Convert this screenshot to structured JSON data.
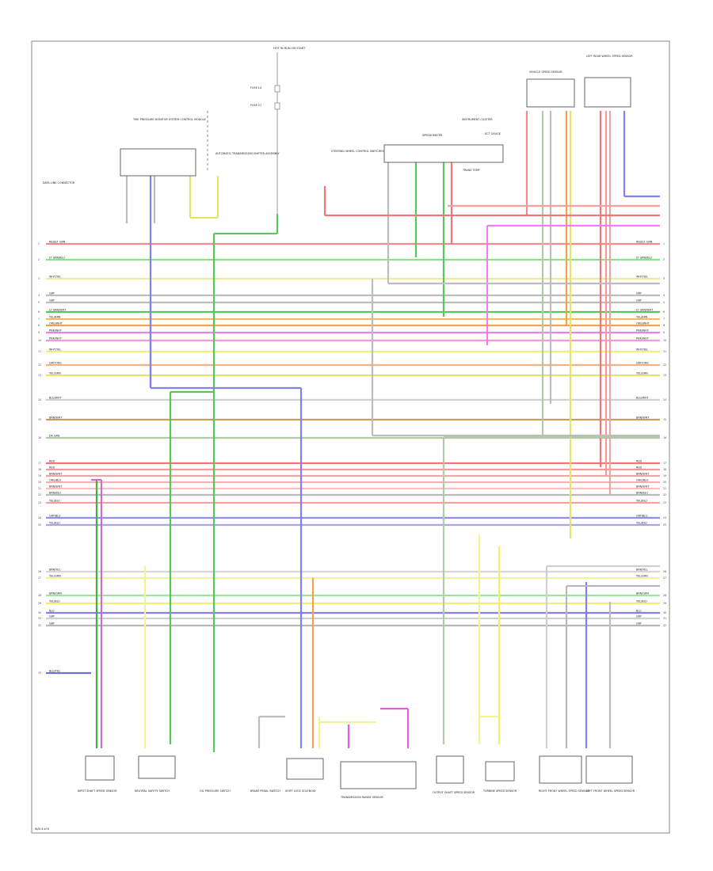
{
  "colors": {
    "RED/LT GRN": "#f48a8a",
    "LT GRN/BLU": "#8fe08a",
    "WHT/YEL": "#ecec9a",
    "GRY": "#bdbdbd",
    "LT GRN/WHT": "#57c75a",
    "YEL/BRN": "#f0c060",
    "ORG/WHT": "#f5a04a",
    "PNK/WHT": "#ef7fef",
    "PNK/WHT2": "#f49ad8",
    "WHT/YEL2": "#f0f080",
    "GRY/ORG": "#f2b380",
    "YEL/GRN": "#e4e468",
    "BLU/WHT": "#d0d0d0",
    "BRN/WHT": "#c2a060",
    "DK GRN": "#b2c9a6",
    "RED": "#ef7777",
    "RED2": "#f39a9a",
    "BRN/WHT2": "#e8a8a8",
    "ORG/BLU": "#efb3b3",
    "BRN/WHT3": "#f2c2c2",
    "BRN/BLU": "#bababa",
    "YEL/BLU": "#f6a1a1",
    "GRY/BLU": "#8f8ff0",
    "YEL/BLU2": "#a5a5f2",
    "BRN/YEL": "#d7d7d7",
    "YEL/GRN2": "#f2f29a",
    "BRN/GRN": "#9ee69e",
    "YEL/BLU3": "#f0f070",
    "BLU": "#8080f0",
    "GRY2": "#cfcfcf",
    "GRY3": "#b8b8b8",
    "BLU/YEL": "#7070e0",
    "VIO": "#c870c8",
    "GRN": "#40b040",
    "MAG": "#e060e0"
  },
  "top_harness": {
    "ignition_label": "HOT IN RUN OR START",
    "fuse_a": "FUSE 14",
    "fuse_b": "FUSE 21"
  },
  "modules": {
    "tpms_control": "TIRE PRESSURE MONITOR SYSTEM CONTROL MODULE",
    "shifter_assembly": "AUTOMATIC TRANSMISSION SHIFTER ASSEMBLY",
    "steering_wheel": "STEERING WHEEL CONTROL SWITCHES",
    "instrument_cluster": "INSTRUMENT CLUSTER",
    "speedometer": "SPEEDOMETER",
    "ect_gauge": "ECT GAUGE",
    "trans_temp": "TRANS TEMP",
    "vehicle_speed": "VEHICLE SPEED SENSOR",
    "left_rear_sensor": "LEFT REAR WHEEL SPEED SENSOR",
    "data_link": "DATA LINK CONNECTOR"
  },
  "bottom_components": {
    "input_speed": "INPUT SHAFT SPEED SENSOR",
    "neutral_safety": "NEUTRAL SAFETY SWITCH",
    "oil_pressure": "OIL PRESSURE SWITCH",
    "brake_switch": "BRAKE PEDAL SWITCH",
    "shift_lock": "SHIFT LOCK SOLENOID",
    "trans_range": "TRANSMISSION RANGE SENSOR",
    "output_speed": "OUTPUT SHAFT SPEED SENSOR",
    "turbine_speed": "TURBINE SPEED SENSOR",
    "right_front": "RIGHT FRONT WHEEL SPEED SENSOR",
    "left_front": "LEFT FRONT WHEEL SPEED SENSOR"
  },
  "wire_rows_left": [
    "RED/LT GRN",
    "LT GRN/BLU",
    "WHT/YEL",
    "GRY",
    "GRY",
    "LT GRN/WHT",
    "YEL/BRN",
    "ORG/WHT",
    "PNK/WHT",
    "PNK/WHT",
    "WHT/YEL",
    "GRY/ORG",
    "YEL/GRN",
    "BLU/WHT",
    "BRN/WHT",
    "DK GRN",
    "RED",
    "RED",
    "BRN/WHT",
    "ORG/BLU",
    "BRN/WHT",
    "BRN/BLU",
    "YEL/BLU",
    "GRY/BLU",
    "YEL/BLU",
    "BRN/YEL",
    "YEL/GRN",
    "BRN/GRN",
    "YEL/BLU",
    "BLU",
    "GRY",
    "GRY",
    "BLU/YEL"
  ],
  "wire_rows_right": [
    "RED/LT GRN",
    "LT GRN/BLU",
    "WHT/YEL",
    "GRY",
    "GRY",
    "LT GRN/WHT",
    "YEL/BRN",
    "ORG/WHT",
    "PNK/WHT",
    "PNK/WHT",
    "WHT/YEL",
    "GRY/ORG",
    "YEL/GRN",
    "BLU/WHT",
    "BRN/WHT",
    "DK GRN",
    "RED",
    "RED",
    "BRN/WHT",
    "ORG/BLU",
    "BRN/WHT",
    "BRN/BLU",
    "YEL/BLU",
    "GRY/BLU",
    "YEL/BLU",
    "BRN/YEL",
    "YEL/GRN",
    "BRN/GRN",
    "YEL/BLU",
    "BLU",
    "GRY",
    "GRY"
  ],
  "page_ref": "W/D 4 of 6"
}
